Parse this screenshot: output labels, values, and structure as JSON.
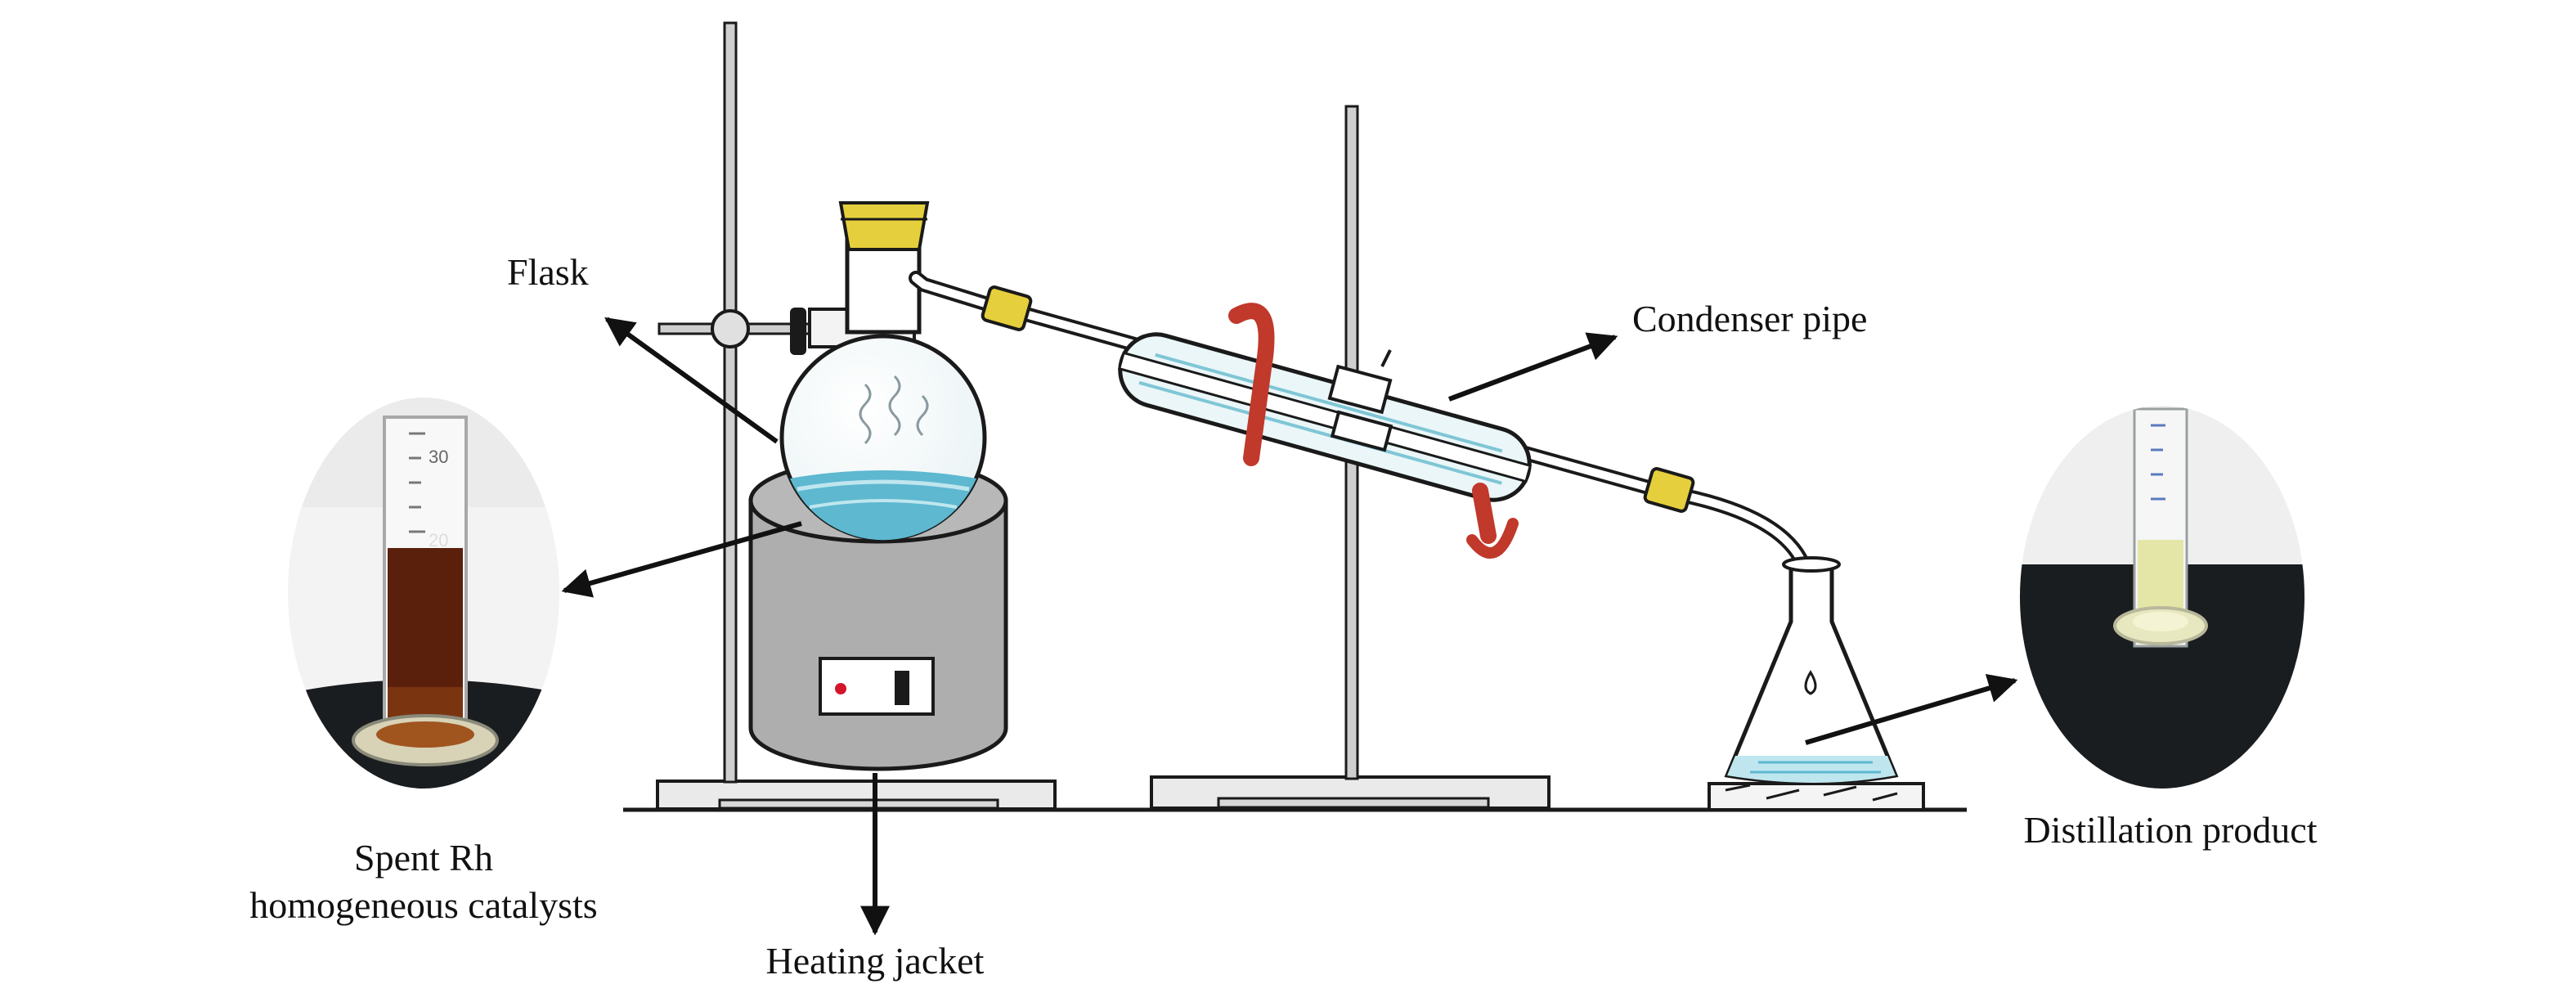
{
  "labels": {
    "flask": "Flask",
    "condenser": "Condenser pipe",
    "spent_line1": "Spent Rh",
    "spent_line2": "homogeneous catalysts",
    "heating": "Heating jacket",
    "distillation": "Distillation product"
  },
  "cylinder_marks": {
    "upper": "30",
    "lower": "20"
  },
  "colors": {
    "line": "#1a1a1a",
    "water": "#5db8d0",
    "water_light": "#bfe6ee",
    "stopper": "#e6cf3c",
    "tube_clip": "#c0392b",
    "jacket": "#aeaeae",
    "catalyst": "#5a200c",
    "product": "#e4e6a8",
    "photo_dark": "#1a1d20",
    "indicator": "#d3162a"
  }
}
